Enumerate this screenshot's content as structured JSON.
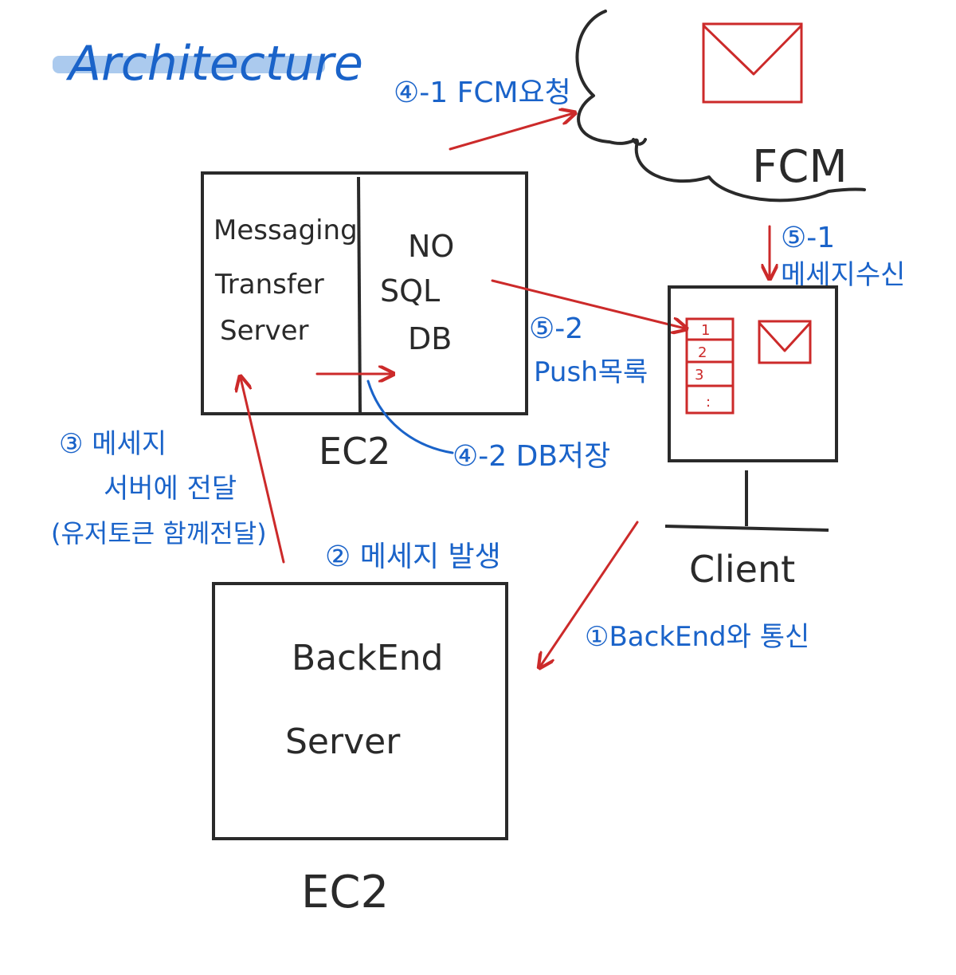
{
  "title": "Architecture",
  "colors": {
    "ink": "#2a2a2a",
    "blue_annotation": "#1a63c9",
    "red_arrow": "#cc2a2a",
    "title_highlight": "#8fb8e8"
  },
  "nodes": {
    "fcm": {
      "label": "FCM"
    },
    "messaging_server": {
      "line1": "Messaging",
      "line2": "Transfer",
      "line3": "Server"
    },
    "nosql_db": {
      "line1": "NO",
      "line2": "SQL",
      "line3": "DB"
    },
    "ec2_top": {
      "label": "EC2"
    },
    "client": {
      "label": "Client",
      "list_items": [
        "1",
        "2",
        "3",
        ":"
      ]
    },
    "backend_server": {
      "line1": "BackEnd",
      "line2": "Server"
    },
    "ec2_bottom": {
      "label": "EC2"
    }
  },
  "steps": {
    "step1": {
      "label": "①BackEnd와 통신"
    },
    "step2": {
      "label": "② 메세지 발생"
    },
    "step3": {
      "line1": "③ 메세지",
      "line2": "서버에 전달",
      "line3": "(유저토큰 함께전달)"
    },
    "step4_1": {
      "label": "④-1 FCM요청"
    },
    "step4_2": {
      "label": "④-2 DB저장"
    },
    "step5_1": {
      "line1": "⑤-1",
      "line2": "메세지수신"
    },
    "step5_2": {
      "line1": "⑤-2",
      "line2": "Push목록"
    }
  }
}
